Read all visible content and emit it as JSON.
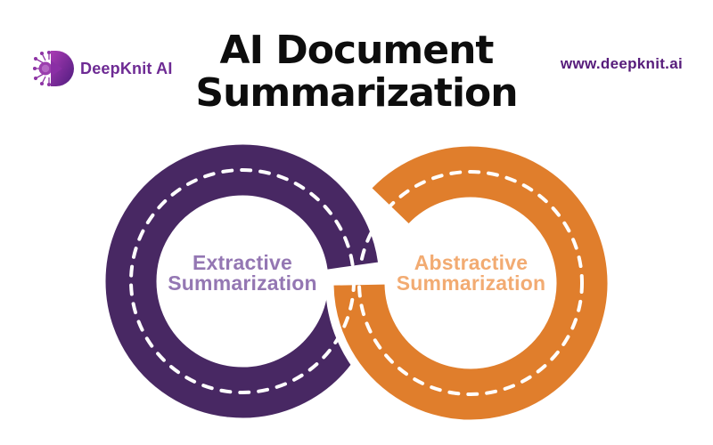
{
  "header": {
    "logo_text": "DeepKnit AI",
    "title_line1": "AI Document",
    "title_line2": "Summarization",
    "website": "www.deepknit.ai"
  },
  "diagram": {
    "left_ring": {
      "label_line1": "Extractive",
      "label_line2": "Summarization",
      "ring_color": "#482863",
      "label_color": "#9477B3"
    },
    "right_ring": {
      "label_line1": "Abstractive",
      "label_line2": "Summarization",
      "ring_color": "#E07E2C",
      "label_color": "#F2AB72"
    },
    "lane_dash_color": "#FFFFFF"
  },
  "colors": {
    "background": "#FFFFFF",
    "title_text": "#0D0D0D",
    "brand_purple": "#6E2B94",
    "website_purple": "#571C7B"
  }
}
